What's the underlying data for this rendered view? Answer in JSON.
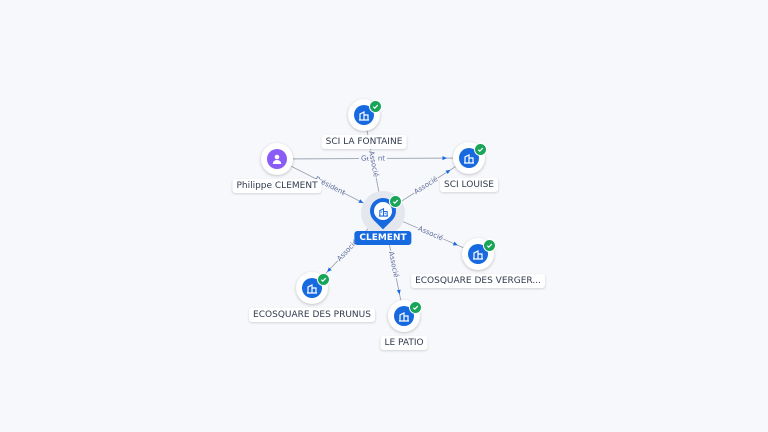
{
  "colors": {
    "company": "#1769e0",
    "person": "#8a5cf6",
    "verified": "#19a558",
    "edge": "#9aa3b5",
    "edge_label": "#5b6b9a"
  },
  "center": {
    "label": "CLEMENT",
    "icon": "building-icon",
    "verified": true
  },
  "nodes": [
    {
      "id": "fontaine",
      "label": "SCI LA FONTAINE",
      "kind": "company",
      "icon": "building-icon",
      "verified": true
    },
    {
      "id": "louise",
      "label": "SCI LOUISE",
      "kind": "company",
      "icon": "building-icon",
      "verified": true
    },
    {
      "id": "vergers",
      "label": "ECOSQUARE DES VERGER...",
      "kind": "company",
      "icon": "building-icon",
      "verified": true
    },
    {
      "id": "patio",
      "label": "LE PATIO",
      "kind": "company",
      "icon": "building-icon",
      "verified": true
    },
    {
      "id": "prunus",
      "label": "ECOSQUARE DES PRUNUS",
      "kind": "company",
      "icon": "building-icon",
      "verified": true
    },
    {
      "id": "philippe",
      "label": "Philippe CLEMENT",
      "kind": "person",
      "icon": "person-icon",
      "verified": false
    }
  ],
  "edges": [
    {
      "from": "philippe",
      "to": "center",
      "label": "Président"
    },
    {
      "from": "philippe",
      "to": "louise",
      "label": "Gérant"
    },
    {
      "from": "center",
      "to": "fontaine",
      "label": "Associé"
    },
    {
      "from": "center",
      "to": "louise",
      "label": "Associé"
    },
    {
      "from": "center",
      "to": "vergers",
      "label": "Associé"
    },
    {
      "from": "center",
      "to": "patio",
      "label": "Associé"
    },
    {
      "from": "center",
      "to": "prunus",
      "label": "Associé"
    }
  ]
}
